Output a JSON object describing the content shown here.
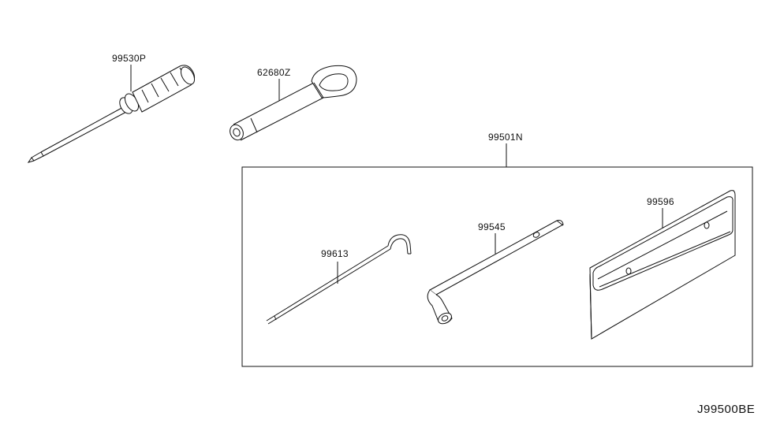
{
  "parts": {
    "screwdriver": "99530P",
    "tow_hook": "62680Z",
    "tool_kit": "99501N",
    "jack_handle": "99613",
    "wheel_wrench": "99545",
    "tool_bag": "99596"
  },
  "diagram_code": "J99500BE",
  "colors": {
    "line": "#111111",
    "background": "#ffffff"
  }
}
